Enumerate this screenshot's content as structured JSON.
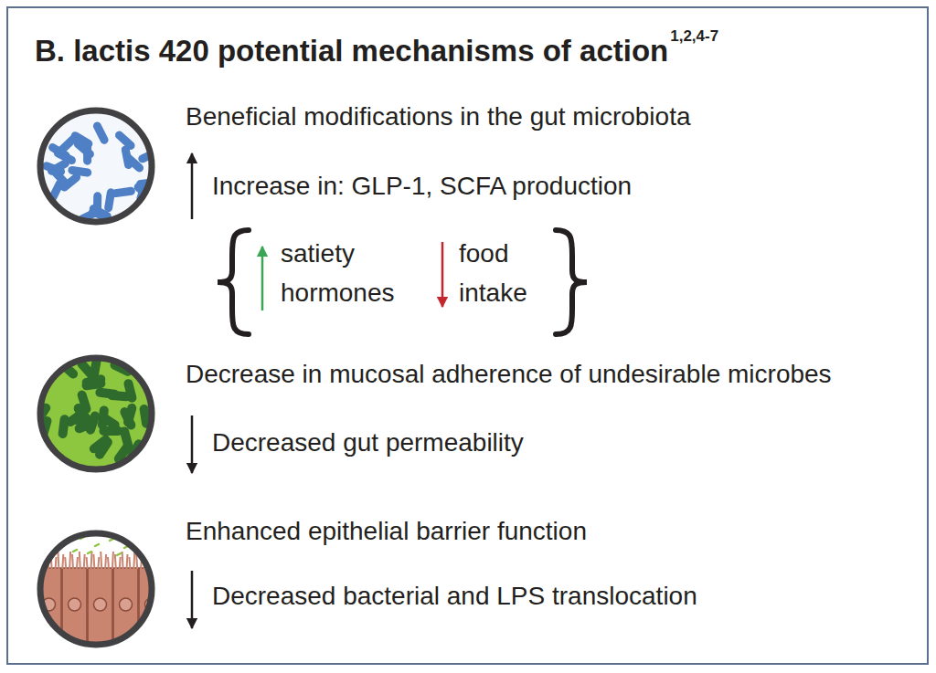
{
  "diagram": {
    "title": "B. lactis 420 potential mechanisms of action",
    "labels": [
      "1,2,4-7",
      "Beneficial modifications in the gut microbiota",
      "Increase in: GLP-1, SCFA production",
      "satiety hormones",
      "food intake",
      "Decrease in mucosal adherence of undesirable microbes",
      "Decreased gut permeability",
      "Enhanced epithelial barrier function",
      "Decreased bacterial and LPS translocation"
    ]
  }
}
